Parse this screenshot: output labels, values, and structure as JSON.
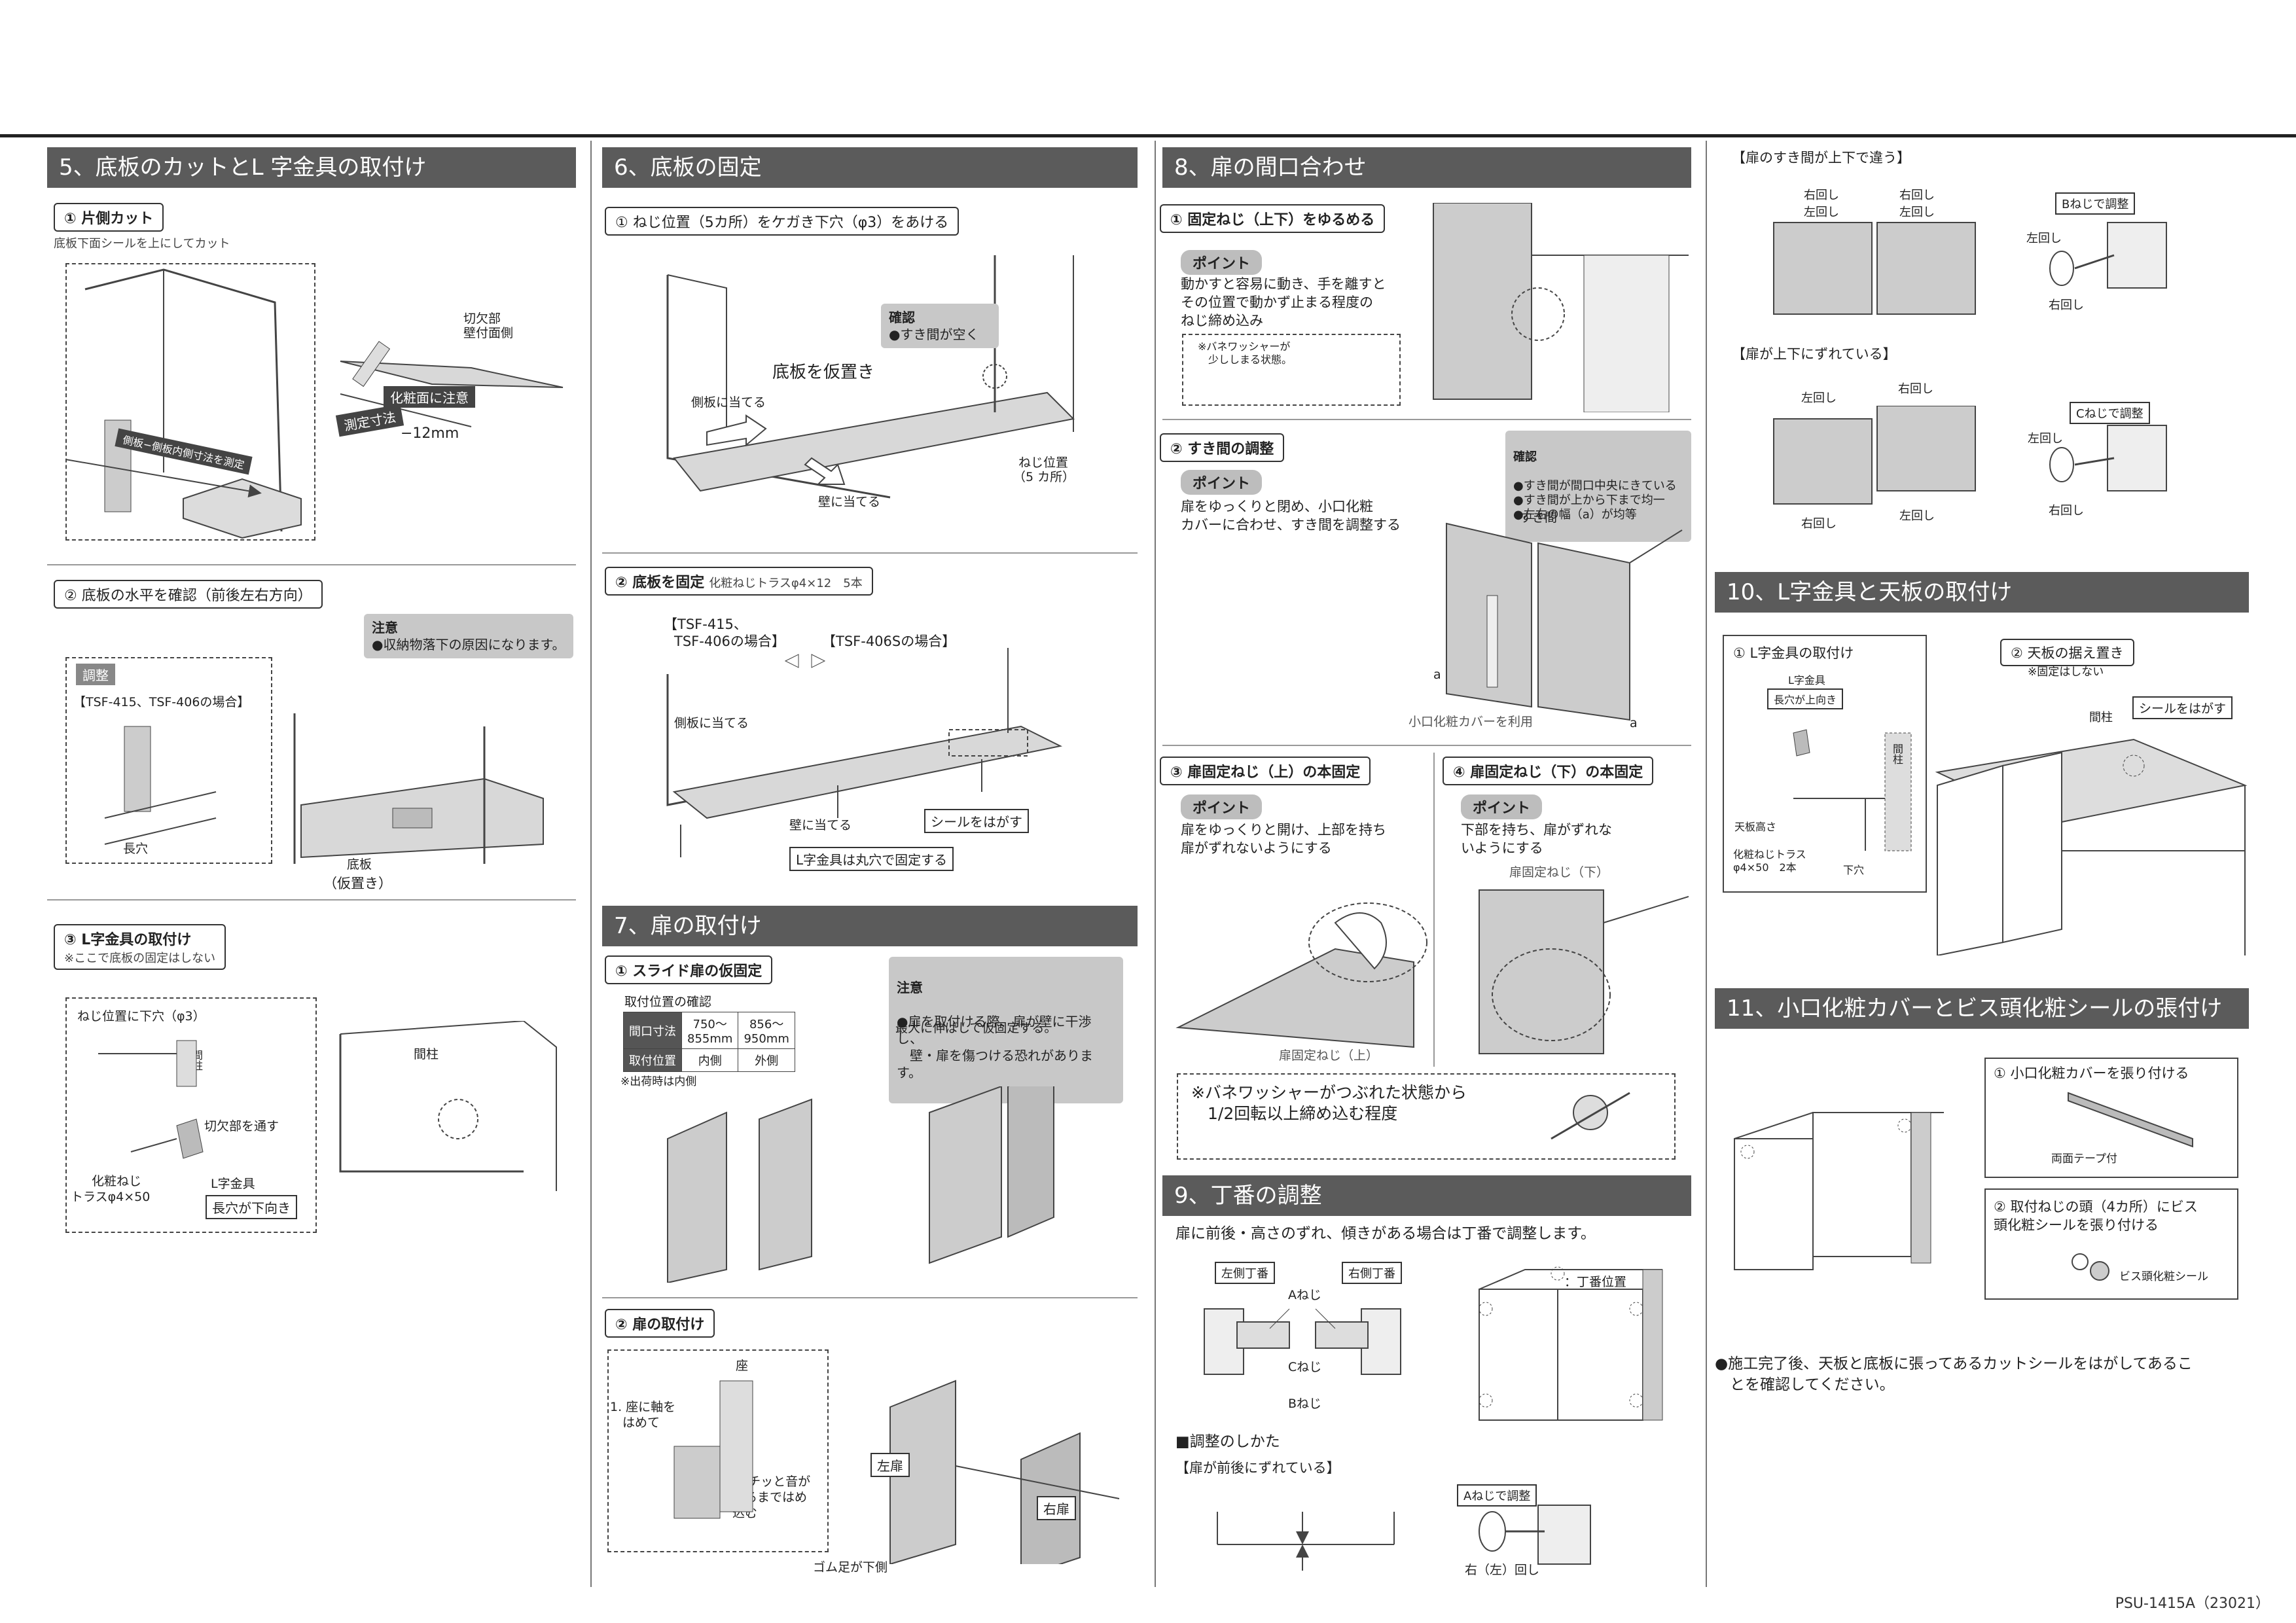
{
  "s5": {
    "title": "5、底板のカットとL 字金具の取付け",
    "step1": "① 片側カット",
    "step1_sub": "底板下面シールを上にしてカット",
    "cut_label": "切欠部\n壁付面側",
    "cut_face": "化粧面に注意",
    "measure": "測定寸法",
    "mm": "−12mm",
    "side_measure": "側板−側板内側寸法を測定",
    "step2": "② 底板の水平を確認（前後左右方向）",
    "note2_title": "注意",
    "note2_text": "●収納物落下の原因になります。",
    "adjust": "調整",
    "adjust_models": "【TSF-415、TSF-406の場合】",
    "long_hole": "長穴",
    "bottom_board": "底板",
    "temp": "（仮置き）",
    "step3": "③ L字金具の取付け",
    "step3_sub": "※ここで底板の固定はしない",
    "screw_pos": "ねじ位置に下穴（φ3）",
    "pillar": "間柱",
    "notch": "切欠部を通す",
    "screw": "化粧ねじ",
    "truss": "トラスφ4×50",
    "lbracket": "L字金具",
    "long_hole_down": "長穴が下向き",
    "pillar2": "間柱"
  },
  "s6": {
    "title": "6、底板の固定",
    "step1": "① ねじ位置（5カ所）をケガき下穴（φ3）をあける",
    "confirm": "確認",
    "confirm_text": "●すき間が空く",
    "temp_place": "底板を仮置き",
    "hit_side": "側板に当てる",
    "hit_wall": "壁に当てる",
    "screw_pos": "ねじ位置",
    "five": "（5 カ所）",
    "step2": "② 底板を固定",
    "step2_sub": "化粧ねじトラスφ4×12　5本",
    "tsf415": "【TSF-415、",
    "tsf406": "TSF-406の場合】",
    "tsf406s": "【TSF-406Sの場合】",
    "hit_side2": "側板に当てる",
    "hit_wall2": "壁に当てる",
    "peel": "シールをはがす",
    "round_hole": "L字金具は丸穴で固定する"
  },
  "s7": {
    "title": "7、扉の取付け",
    "step1": "① スライド扉の仮固定",
    "fix_pos": "取付位置の確認",
    "t_h1": "間口寸法",
    "t_c1": "750〜\n855mm",
    "t_c2": "856〜\n950mm",
    "t_h2": "取付位置",
    "t_v1": "内側",
    "t_v2": "外側",
    "ship": "※出荷時は内側",
    "note_title": "注意",
    "note_text": "●扉を取付ける際、扉が壁に干渉し、\n　壁・扉を傷つける恐れがあります。",
    "max": "最大に伸ばして仮固定する。",
    "step2": "② 扉の取付け",
    "seat": "座",
    "s1": "1. 座に軸を\n　はめて",
    "s2": "2. カチッと音が\n　するまではめ\n　込む",
    "left_door": "左扉",
    "right_door": "右扉",
    "rubber": "ゴム足が下側"
  },
  "s8": {
    "title": "8、扉の間口合わせ",
    "step1": "① 固定ねじ（上下）をゆるめる",
    "point": "ポイント",
    "p1": "動かすと容易に動き、手を離すと\nその位置で動かず止まる程度の\nねじ締め込み",
    "p1_note": "※バネワッシャーが\n　少ししまる状態。",
    "step2": "② すき間の調整",
    "p2": "扉をゆっくりと閉め、小口化粧\nカバーに合わせ、すき間を調整する",
    "confirm": "確認",
    "confirm_text": "●すき間が間口中央にきている\n●すき間が上から下まで均一\n●左右の幅（a）が均等",
    "gap": "すき間",
    "a1": "a",
    "a2": "a",
    "cover": "小口化粧カバーを利用",
    "step3": "③ 扉固定ねじ（上）の本固定",
    "p3": "扉をゆっくりと開け、上部を持ち\n扉がずれないようにする",
    "screw_up": "扉固定ねじ（上）",
    "step4": "④ 扉固定ねじ（下）の本固定",
    "p4": "下部を持ち、扉がずれな\nいようにする",
    "screw_down": "扉固定ねじ（下）",
    "spring": "※バネワッシャーがつぶれた状態から\n　1/2回転以上締め込む程度"
  },
  "s9": {
    "title": "9、丁番の調整",
    "text": "扉に前後・高さのずれ、傾きがある場合は丁番で調整します。",
    "left_hinge": "左側丁番",
    "right_hinge": "右側丁番",
    "a": "Aねじ",
    "c": "Cねじ",
    "b": "Bねじ",
    "hinge_pos": "：丁番位置",
    "how": "■調整のしかた",
    "fb": "【扉が前後にずれている】",
    "a_adj": "Aねじで調整",
    "rl": "右（左）回し"
  },
  "s9b": {
    "ud_gap": "【扉のすき間が上下で違う】",
    "r1": "右回し",
    "l1": "左回し",
    "r2": "右回し",
    "l2": "左回し",
    "b_adj": "Bねじで調整",
    "left": "左回し",
    "right": "右回し",
    "shift": "【扉が上下にずれている】",
    "c_adj": "Cねじで調整",
    "left2": "左回し",
    "right2": "右回し",
    "s_l1": "左回し",
    "s_r1": "右回し",
    "s_r2": "右回し",
    "s_l2": "左回し"
  },
  "s10": {
    "title": "10、L字金具と天板の取付け",
    "step1": "① L字金具の取付け",
    "lb": "L字金具",
    "up": "長穴が上向き",
    "pillar": "間柱",
    "top_h": "天板高さ",
    "screw": "化粧ねじトラス\nφ4×50　2本",
    "lower": "下穴",
    "step2": "② 天板の据え置き",
    "step2_sub": "※固定はしない",
    "pillar2": "間柱",
    "peel": "シールをはがす"
  },
  "s11": {
    "title": "11、小口化粧カバーとビス頭化粧シールの張付け",
    "step1": "① 小口化粧カバーを張り付ける",
    "tape": "両面テープ付",
    "step2": "② 取付ねじの頭（4カ所）にビス\n頭化粧シールを張り付ける",
    "seal": "ビス頭化粧シール",
    "final": "●施工完了後、天板と底板に張ってあるカットシールをはがしてあるこ\n　とを確認してください。"
  },
  "footer": "PSU-1415A（23021）"
}
